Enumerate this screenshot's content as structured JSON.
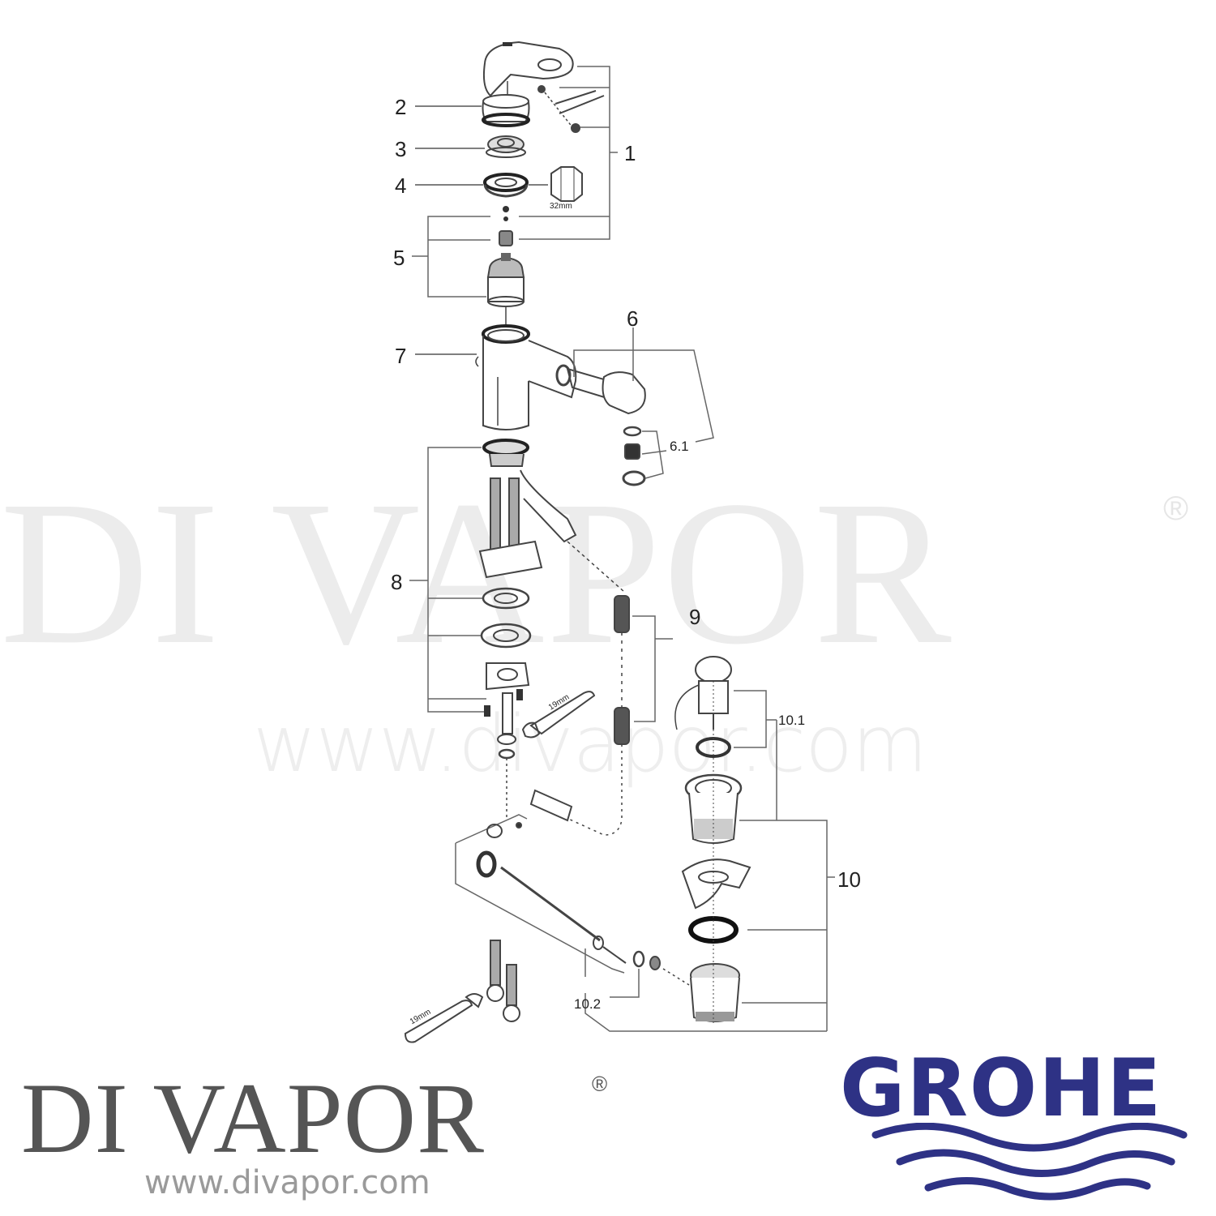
{
  "watermark": {
    "brand": "DI VAPOR",
    "registered": "®",
    "url": "www.divapor.com",
    "color": "#ececec"
  },
  "diagram": {
    "title_context": "Exploded parts view - bidet mixer tap",
    "callouts": [
      {
        "id": "1",
        "label": "1"
      },
      {
        "id": "2",
        "label": "2"
      },
      {
        "id": "3",
        "label": "3"
      },
      {
        "id": "4",
        "label": "4"
      },
      {
        "id": "5",
        "label": "5"
      },
      {
        "id": "6",
        "label": "6"
      },
      {
        "id": "6.1",
        "label": "6.1"
      },
      {
        "id": "7",
        "label": "7"
      },
      {
        "id": "8",
        "label": "8"
      },
      {
        "id": "9",
        "label": "9"
      },
      {
        "id": "10",
        "label": "10"
      },
      {
        "id": "10.1",
        "label": "10.1"
      },
      {
        "id": "10.2",
        "label": "10.2"
      }
    ],
    "tool_labels": {
      "hex_socket": "32mm",
      "wrench_upper": "19mm",
      "wrench_lower": "19mm"
    },
    "line_color": "#555555"
  },
  "footer": {
    "brand": "DI VAPOR",
    "registered": "®",
    "url": "www.divapor.com",
    "brand_color": "#555555",
    "url_color": "#9a9a9a"
  },
  "manufacturer_logo": {
    "name": "GROHE",
    "color": "#2e3285",
    "wave_count": 3
  }
}
